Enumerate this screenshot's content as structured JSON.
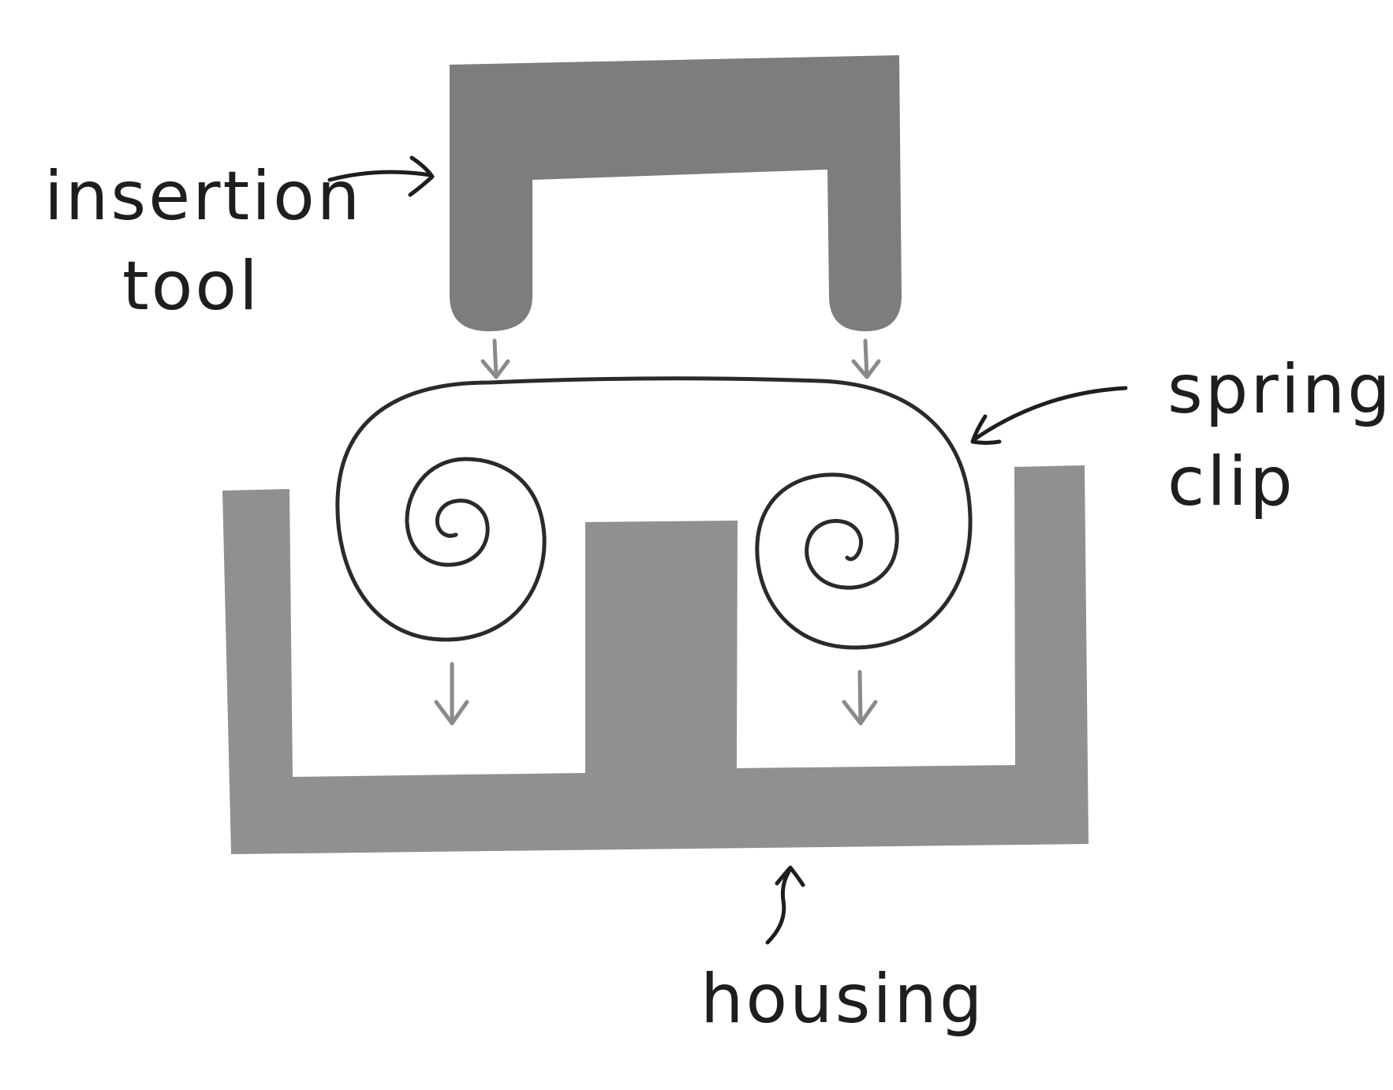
{
  "labels": {
    "tool_line1": "insertion",
    "tool_line2": "tool",
    "clip_line1": "spring",
    "clip_line2": "clip",
    "housing": "housing"
  },
  "colors": {
    "tool_fill": "#7d7d7d",
    "housing_fill": "#909090",
    "ink": "#1e1e1e",
    "motion_arrow": "#8a8a8a",
    "background": "#ffffff"
  },
  "icons": {
    "motion_arrow": "down-arrow-icon",
    "pointer_arrow": "hand-drawn-arrow-icon"
  }
}
